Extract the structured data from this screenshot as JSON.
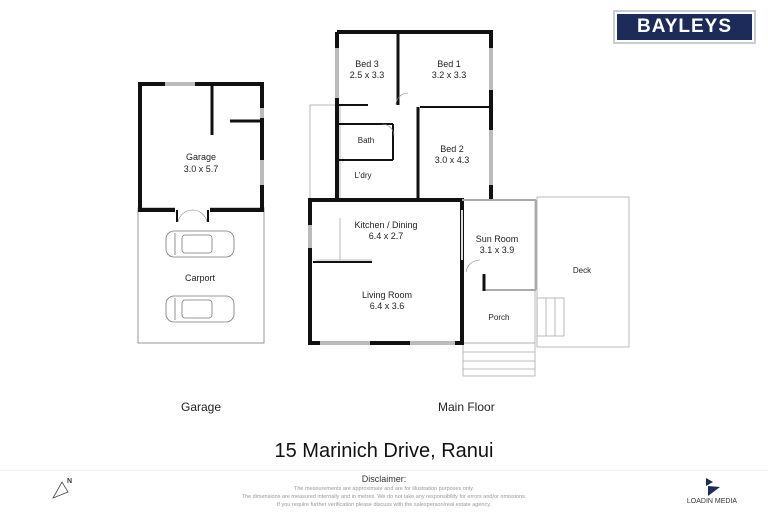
{
  "brand": {
    "logo_text": "BAYLEYS",
    "logo_bg": "#1c2b5a",
    "logo_border": "#c8ccd3"
  },
  "garage_plan": {
    "rooms": [
      {
        "name": "Garage",
        "dims": "3.0 x 5.7"
      },
      {
        "name": "Carport",
        "dims": ""
      }
    ],
    "section_label": "Garage"
  },
  "main_plan": {
    "rooms": [
      {
        "name": "Bed 3",
        "dims": "2.5 x 3.3"
      },
      {
        "name": "Bed 1",
        "dims": "3.2 x 3.3"
      },
      {
        "name": "Bath",
        "dims": ""
      },
      {
        "name": "Bed 2",
        "dims": "3.0 x 4.3"
      },
      {
        "name": "L'dry",
        "dims": ""
      },
      {
        "name": "Kitchen / Dining",
        "dims": "6.4 x 2.7"
      },
      {
        "name": "Sun Room",
        "dims": "3.1 x 3.9"
      },
      {
        "name": "Deck",
        "dims": ""
      },
      {
        "name": "Living Room",
        "dims": "6.4 x 3.6"
      },
      {
        "name": "Porch",
        "dims": ""
      }
    ],
    "section_label": "Main Floor"
  },
  "address": "15 Marinich Drive, Ranui",
  "compass": {
    "label": "N",
    "icon": "north-arrow-icon"
  },
  "disclaimer": {
    "title": "Disclaimer:",
    "lines": [
      "The measurements are approximate and are for illustration purposes only.",
      "The dimensions are measured internally and in metres. We do not take any responsibility for errors and/or omissions.",
      "If you require further verification please discuss with the salesperson/real estate agency."
    ]
  },
  "credit": {
    "name": "LOADIN MEDIA",
    "icon": "loadin-media-logo-icon",
    "color": "#1c2b5a"
  }
}
